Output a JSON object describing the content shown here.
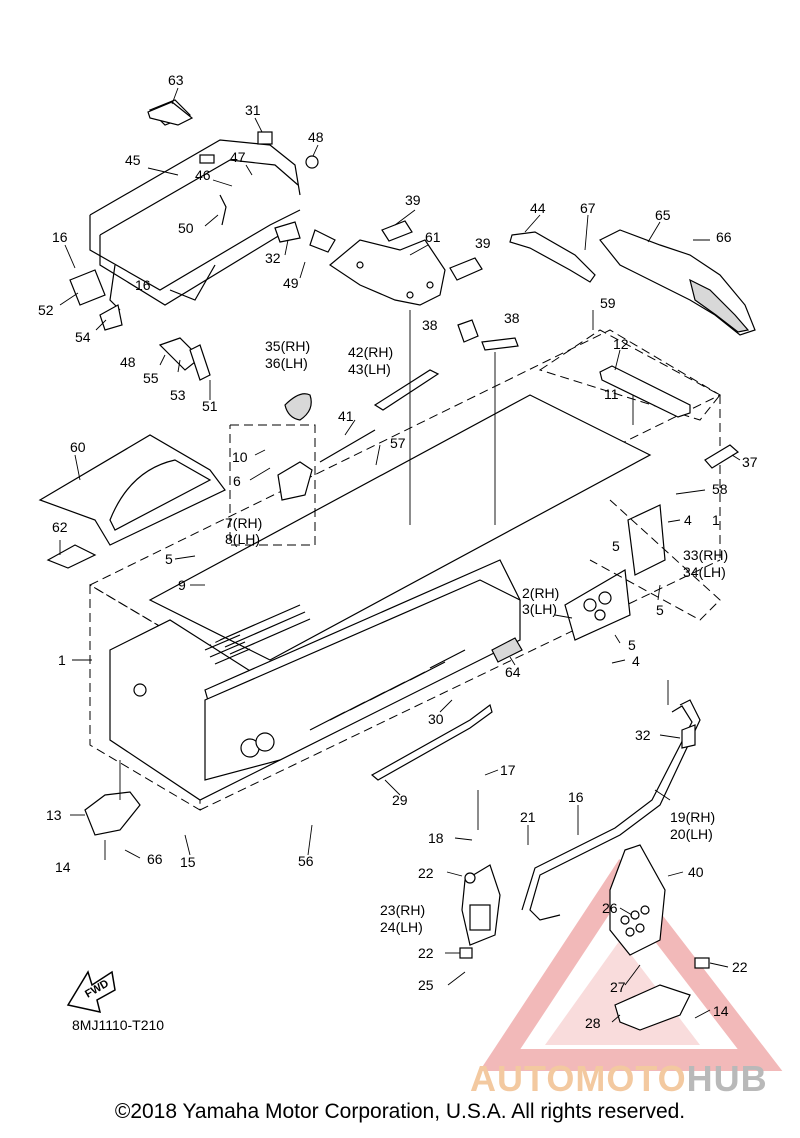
{
  "diagram": {
    "part_code": "8MJ1110-T210",
    "fwd_label": "FWD",
    "callouts": [
      "63",
      "31",
      "48",
      "45",
      "47",
      "46",
      "50",
      "16",
      "16",
      "52",
      "54",
      "48",
      "55",
      "53",
      "51",
      "32",
      "49",
      "39",
      "61",
      "39",
      "38",
      "38",
      "44",
      "67",
      "65",
      "66",
      "59",
      "12",
      "11",
      "35(RH)",
      "36(LH)",
      "42(RH)",
      "43(LH)",
      "41",
      "57",
      "60",
      "10",
      "6",
      "7(RH)",
      "8(LH)",
      "62",
      "5",
      "9",
      "1",
      "37",
      "58",
      "4",
      "1",
      "5",
      "33(RH)",
      "34(LH)",
      "2(RH)",
      "3(LH)",
      "5",
      "5",
      "4",
      "64",
      "30",
      "32",
      "13",
      "14",
      "66",
      "15",
      "56",
      "29",
      "17",
      "18",
      "21",
      "16",
      "19(RH)",
      "20(LH)",
      "22",
      "23(RH)",
      "24(LH)",
      "22",
      "25",
      "40",
      "26",
      "22",
      "27",
      "14",
      "28"
    ]
  },
  "watermark": {
    "part1": "AUTOMOTO",
    "part2": "HUB",
    "color1": "#f3c9a0",
    "color2": "#b9b9b9",
    "logo_color": "#e88080"
  },
  "footer": {
    "copyright": "©2018 Yamaha Motor Corporation, U.S.A. All rights reserved."
  }
}
